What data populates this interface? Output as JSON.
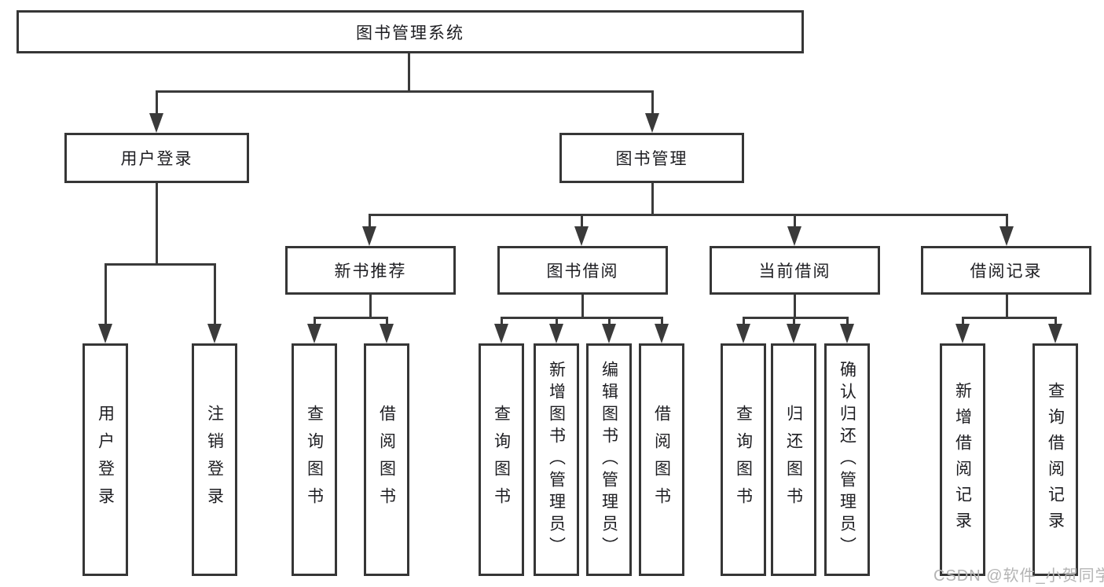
{
  "tree": {
    "label": "图书管理系统",
    "children": [
      {
        "label": "用户登录",
        "children": [
          {
            "label": "用户登录"
          },
          {
            "label": "注销登录"
          }
        ]
      },
      {
        "label": "图书管理",
        "children": [
          {
            "label": "新书推荐",
            "children": [
              {
                "label": "查询图书"
              },
              {
                "label": "借阅图书"
              }
            ]
          },
          {
            "label": "图书借阅",
            "children": [
              {
                "label": "查询图书"
              },
              {
                "label": "新增图书（管理员）"
              },
              {
                "label": "编辑图书（管理员）"
              },
              {
                "label": "借阅图书"
              }
            ]
          },
          {
            "label": "当前借阅",
            "children": [
              {
                "label": "查询图书"
              },
              {
                "label": "归还图书"
              },
              {
                "label": "确认归还（管理员）"
              }
            ]
          },
          {
            "label": "借阅记录",
            "children": [
              {
                "label": "新增借阅记录"
              },
              {
                "label": "查询借阅记录"
              }
            ]
          }
        ]
      }
    ]
  },
  "watermark": {
    "text": "CSDN @软件_小贺同学"
  },
  "colors": {
    "line": "#3a3a3a",
    "box_border": "#363636",
    "text": "#1d1d21",
    "background": "#ffffff",
    "watermark": "#b4b4b4"
  }
}
